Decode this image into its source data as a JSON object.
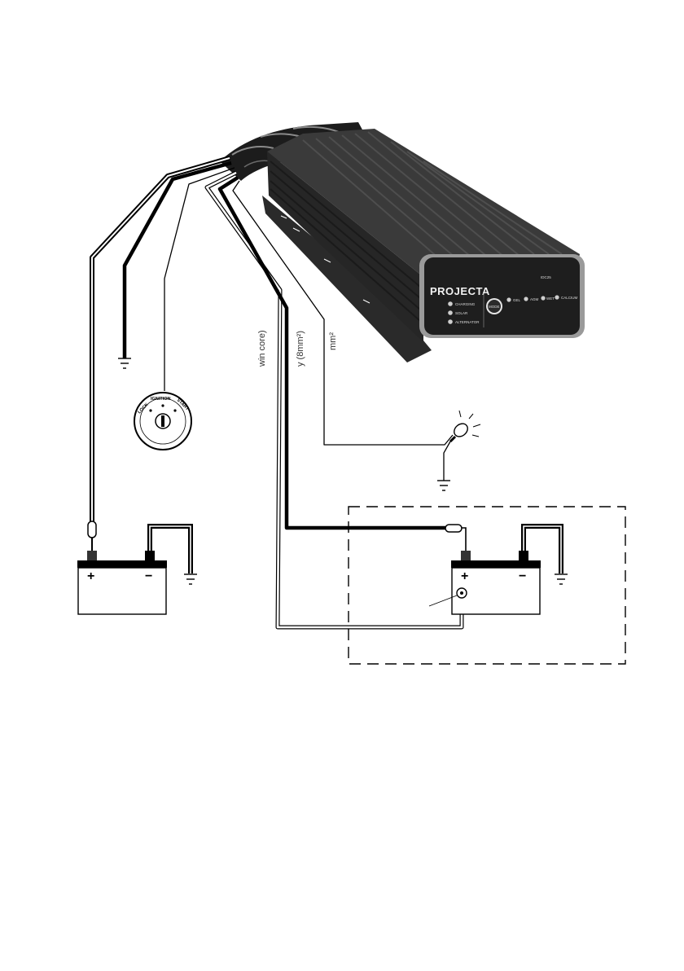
{
  "labels": {
    "wire_twin_core": "win core)",
    "wire_8mm": "y (8mm²)",
    "wire_mm": "mm²"
  },
  "charger": {
    "brand": "PROJECTA",
    "model": "IDC25",
    "indicators_left": [
      "CHARGING",
      "SOLAR",
      "ALTERNATOR"
    ],
    "mode_button": "MODE",
    "indicators_right": [
      "GEL",
      "AGM",
      "WET",
      "CALCIUM"
    ]
  },
  "ignition_switch": {
    "positions": [
      "LOCK",
      "IGNITION",
      "START"
    ]
  },
  "battery_main": {
    "plus": "+",
    "minus": "−"
  },
  "battery_aux": {
    "plus": "+",
    "minus": "−"
  }
}
